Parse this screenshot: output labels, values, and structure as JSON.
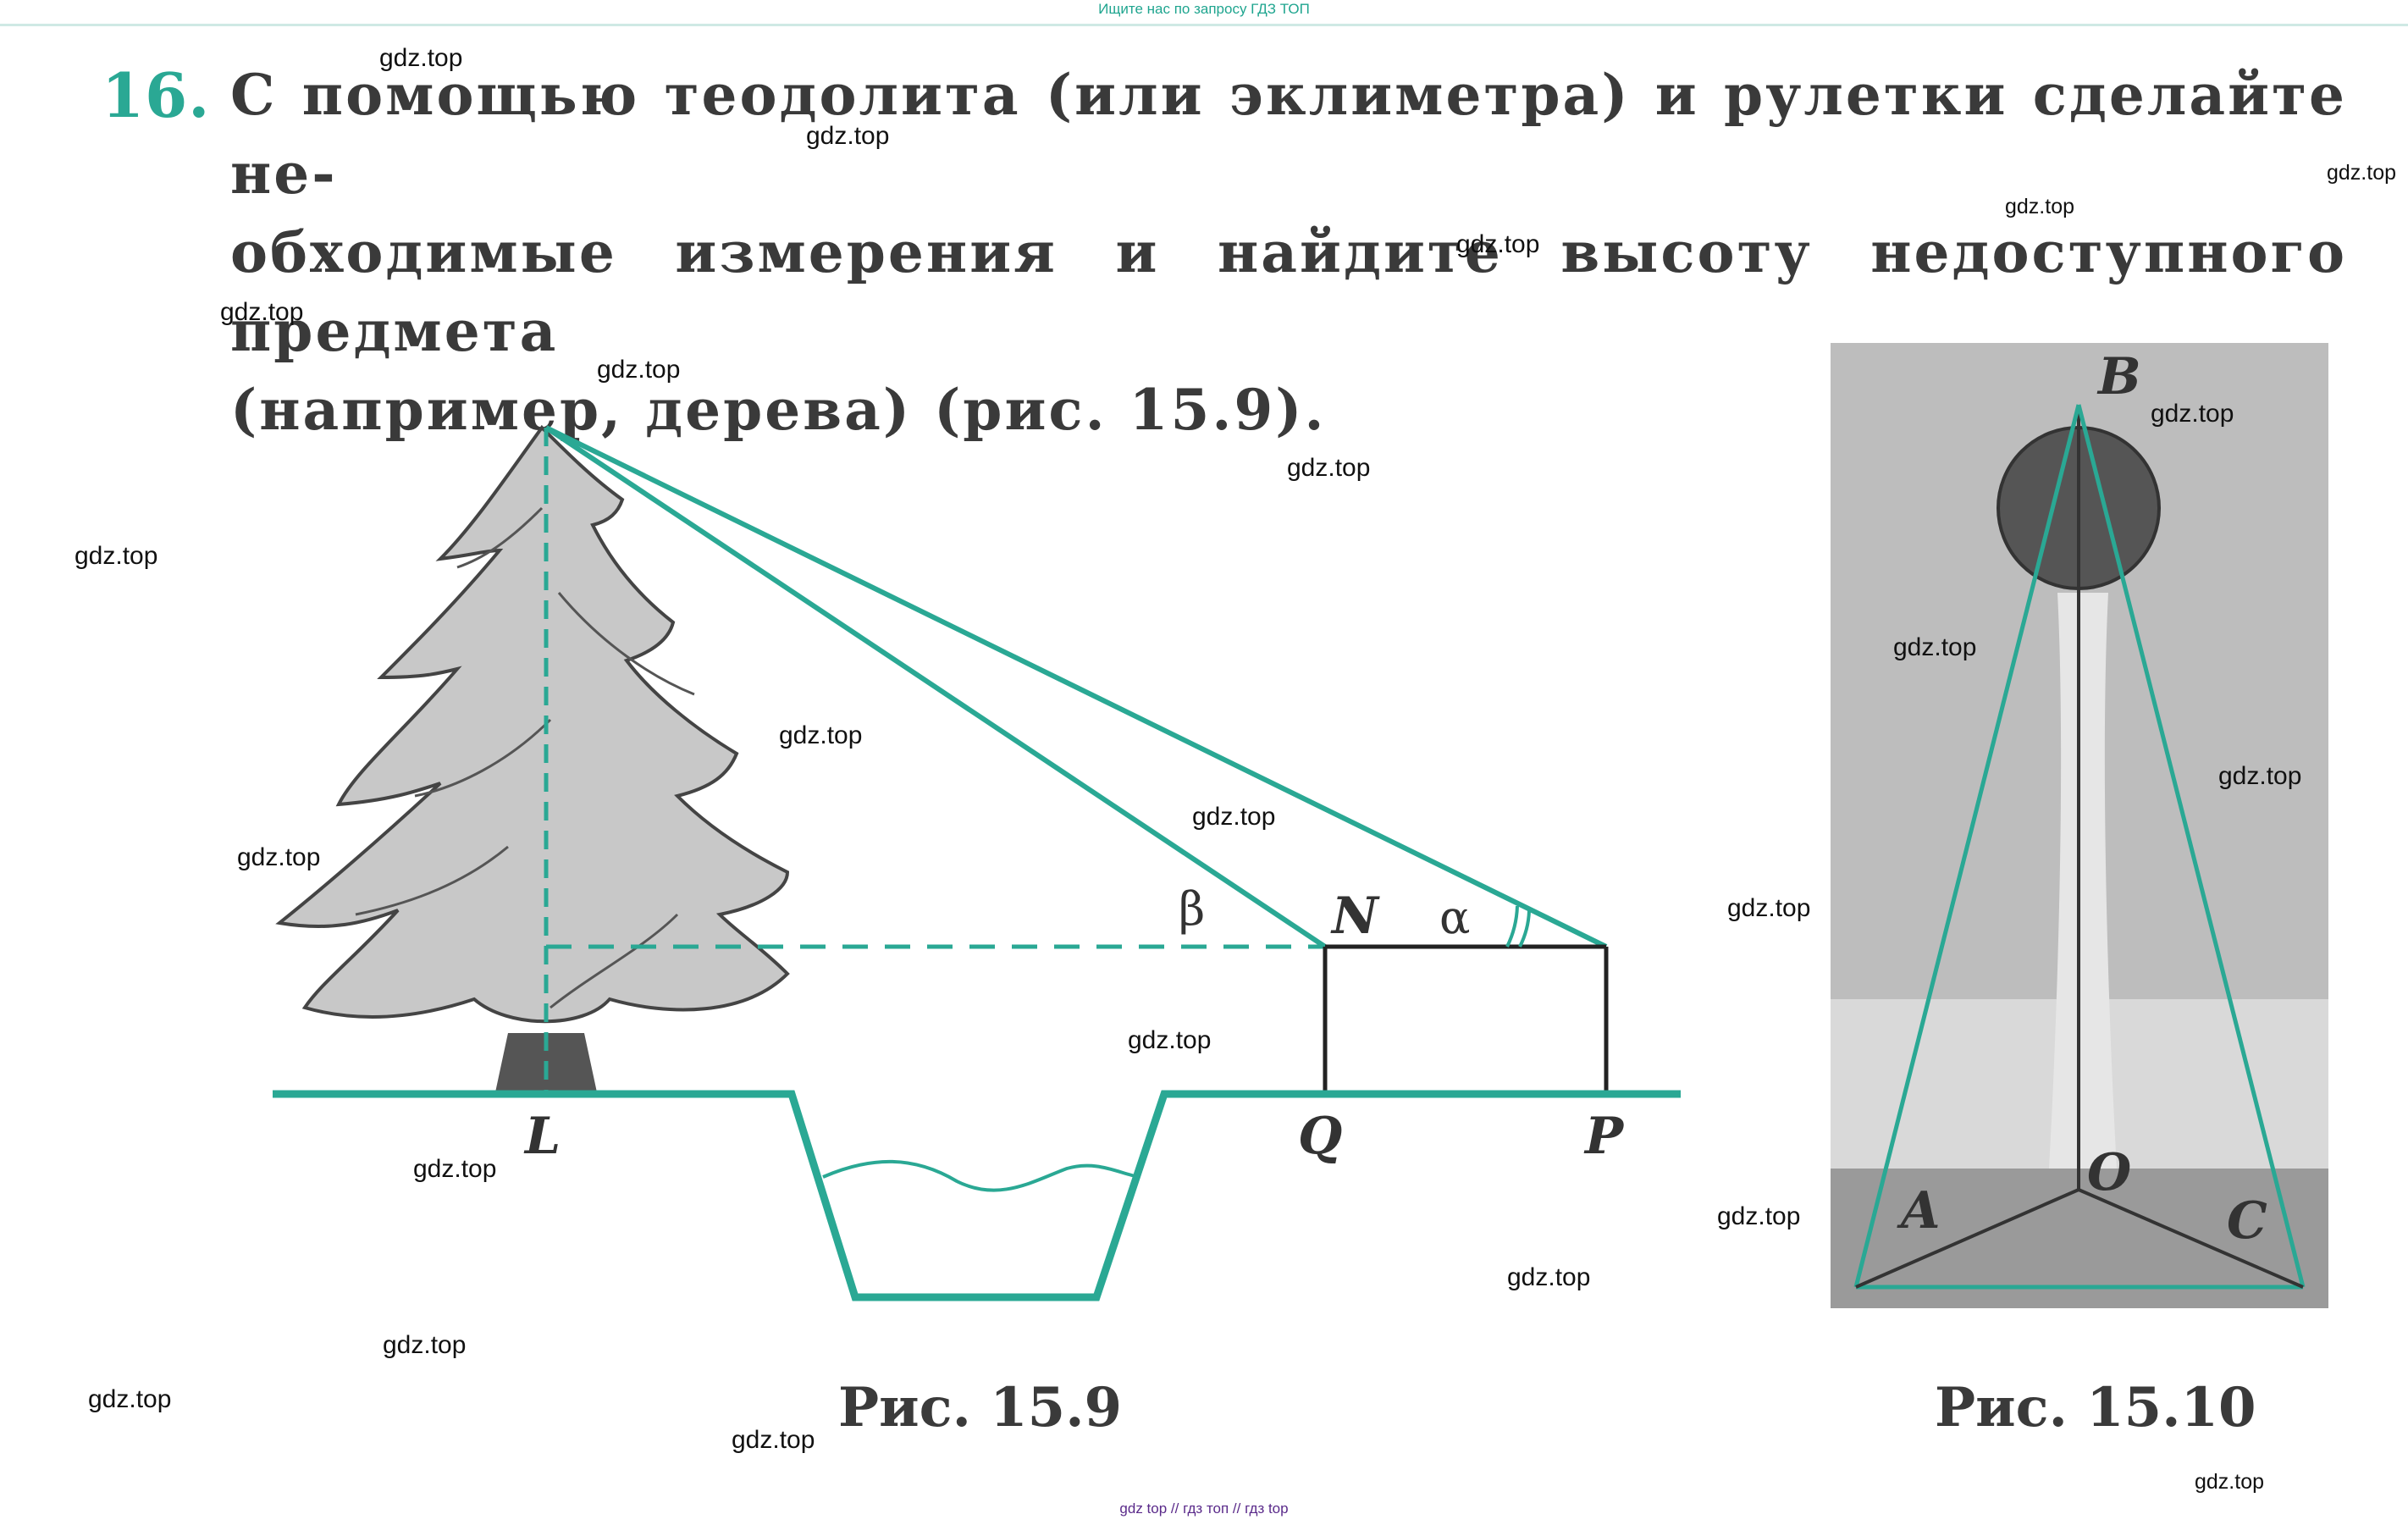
{
  "banner": {
    "text": "Ищите нас по запросу ГДЗ ТОП"
  },
  "problem": {
    "number": "16.",
    "lines": [
      "С помощью теодолита (или эклиметра) и рулетки сделайте не-",
      "обходимые измерения и найдите высоту недоступного предмета",
      "(например, дерева) (рис. 15.9)."
    ]
  },
  "figure1": {
    "caption": "Рис. 15.9",
    "labels": {
      "L": "L",
      "Q": "Q",
      "P": "P",
      "N": "N",
      "alpha": "α",
      "beta": "β"
    }
  },
  "figure2": {
    "caption": "Рис. 15.10",
    "labels": {
      "B": "B",
      "A": "A",
      "O": "O",
      "C": "C"
    }
  },
  "watermark": {
    "text": "gdz.top",
    "instances": [
      "gdz.top",
      "gdz.top",
      "gdz.top",
      "gdz.top",
      "gdz.top",
      "gdz.top",
      "gdz.top",
      "gdz.top",
      "gdz.top",
      "gdz.top",
      "gdz.top",
      "gdz.top",
      "gdz.top",
      "gdz.top",
      "gdz.top",
      "gdz.top",
      "gdz.top",
      "gdz.top",
      "gdz.top",
      "gdz.top",
      "gdz.top",
      "gdz.top",
      "gdz.top",
      "gdz.top"
    ]
  },
  "footer": {
    "text": "gdz top  //  гдз топ  //  гдз top"
  },
  "colors": {
    "accent": "#2aa894",
    "text": "#3a3a3a"
  }
}
